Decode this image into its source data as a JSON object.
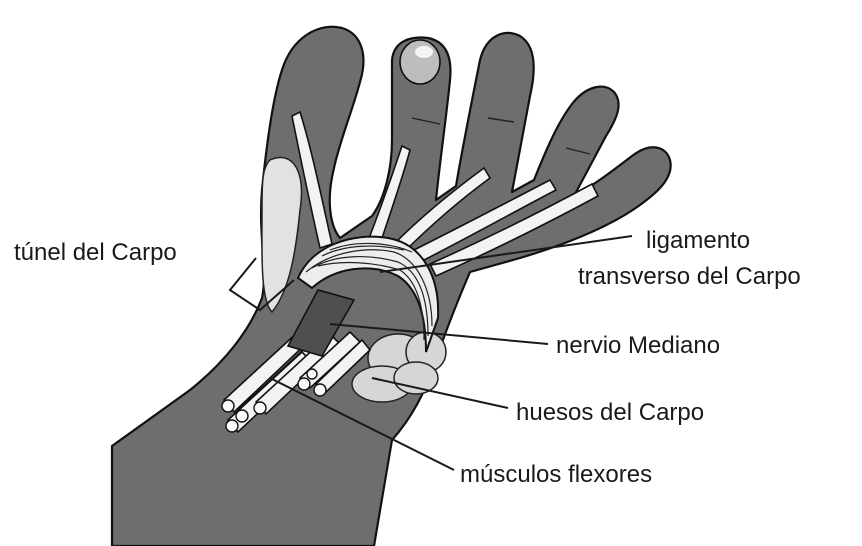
{
  "labels": {
    "carpal_tunnel": "túnel del Carpo",
    "ligament_line1": "ligamento",
    "ligament_line2": "transverso del Carpo",
    "median_nerve": "nervio Mediano",
    "carpal_bones": "huesos del Carpo",
    "flexor_muscles": "músculos flexores"
  },
  "colors": {
    "skin": "#6e6e6e",
    "tendon": "#f3f3f3",
    "bone": "#d6d6d6",
    "nerve": "#4f4f4f",
    "line": "#111111"
  }
}
